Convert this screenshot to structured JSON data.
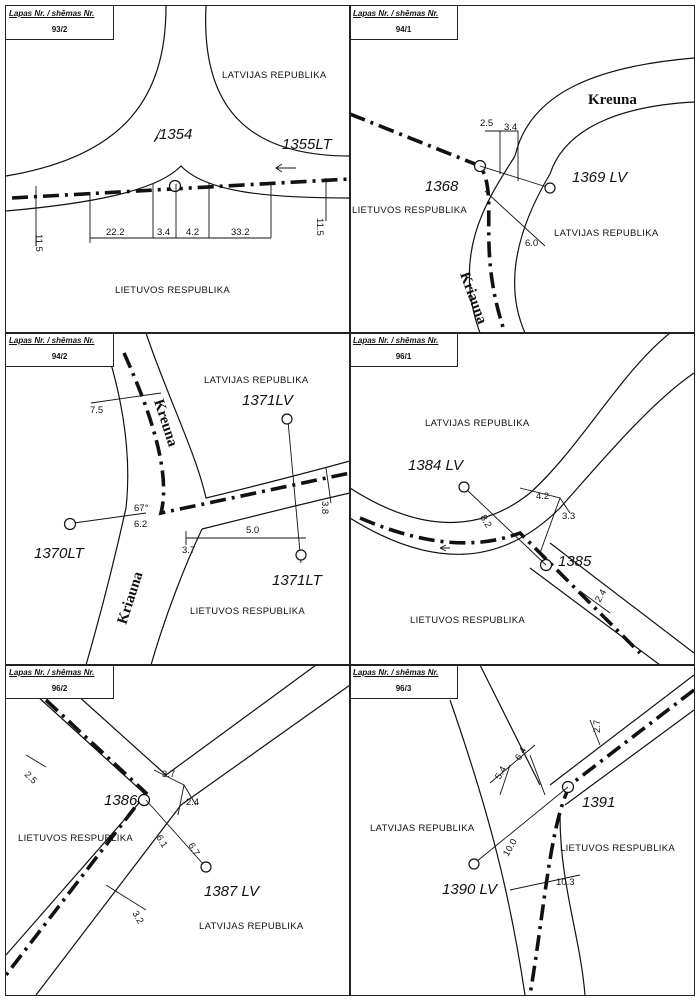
{
  "header_label": "Lapas Nr. / shēmas Nr.",
  "panels": [
    {
      "sheet": "93/2",
      "countries": [
        "LATVIJAS REPUBLIKA",
        "LIETUVOS RESPUBLIKA"
      ],
      "points": [
        "1354",
        "1355LT"
      ],
      "dimensions": [
        "11.5",
        "22.2",
        "3.4",
        "4.2",
        "33.2",
        "11.5"
      ]
    },
    {
      "sheet": "94/1",
      "countries": [
        "LIETUVOS RESPUBLIKA",
        "LATVIJAS REPUBLIKA"
      ],
      "points": [
        "1368",
        "1369 LV"
      ],
      "dimensions": [
        "2.5",
        "3.4",
        "6.0"
      ],
      "rivers": [
        "Kreuna",
        "Kriauna"
      ]
    },
    {
      "sheet": "94/2",
      "countries": [
        "LATVIJAS REPUBLIKA",
        "LIETUVOS RESPUBLIKA"
      ],
      "points": [
        "1371LV",
        "1370LT",
        "1371LT"
      ],
      "dimensions": [
        "7.5",
        "67°",
        "6.2",
        "3.7",
        "5.0",
        "3.8"
      ],
      "rivers": [
        "Kreuna",
        "Kriauna"
      ]
    },
    {
      "sheet": "96/1",
      "countries": [
        "LATVIJAS REPUBLIKA",
        "LIETUVOS RESPUBLIKA"
      ],
      "points": [
        "1384 LV",
        "1385"
      ],
      "dimensions": [
        "8.2",
        "4.2",
        "3.3",
        "2.4"
      ]
    },
    {
      "sheet": "96/2",
      "countries": [
        "LIETUVOS RESPUBLIKA",
        "LATVIJAS REPUBLIKA"
      ],
      "points": [
        "1386",
        "1387 LV"
      ],
      "dimensions": [
        "2.5",
        "3.7",
        "2.4",
        "6.1",
        "6.7",
        "3.2"
      ]
    },
    {
      "sheet": "96/3",
      "countries": [
        "LATVIJAS REPUBLIKA",
        "LIETUVOS RESPUBLIKA"
      ],
      "points": [
        "1391",
        "1390 LV"
      ],
      "dimensions": [
        "2.7",
        "5.4",
        "6.4",
        "10.0",
        "10.3"
      ]
    }
  ]
}
